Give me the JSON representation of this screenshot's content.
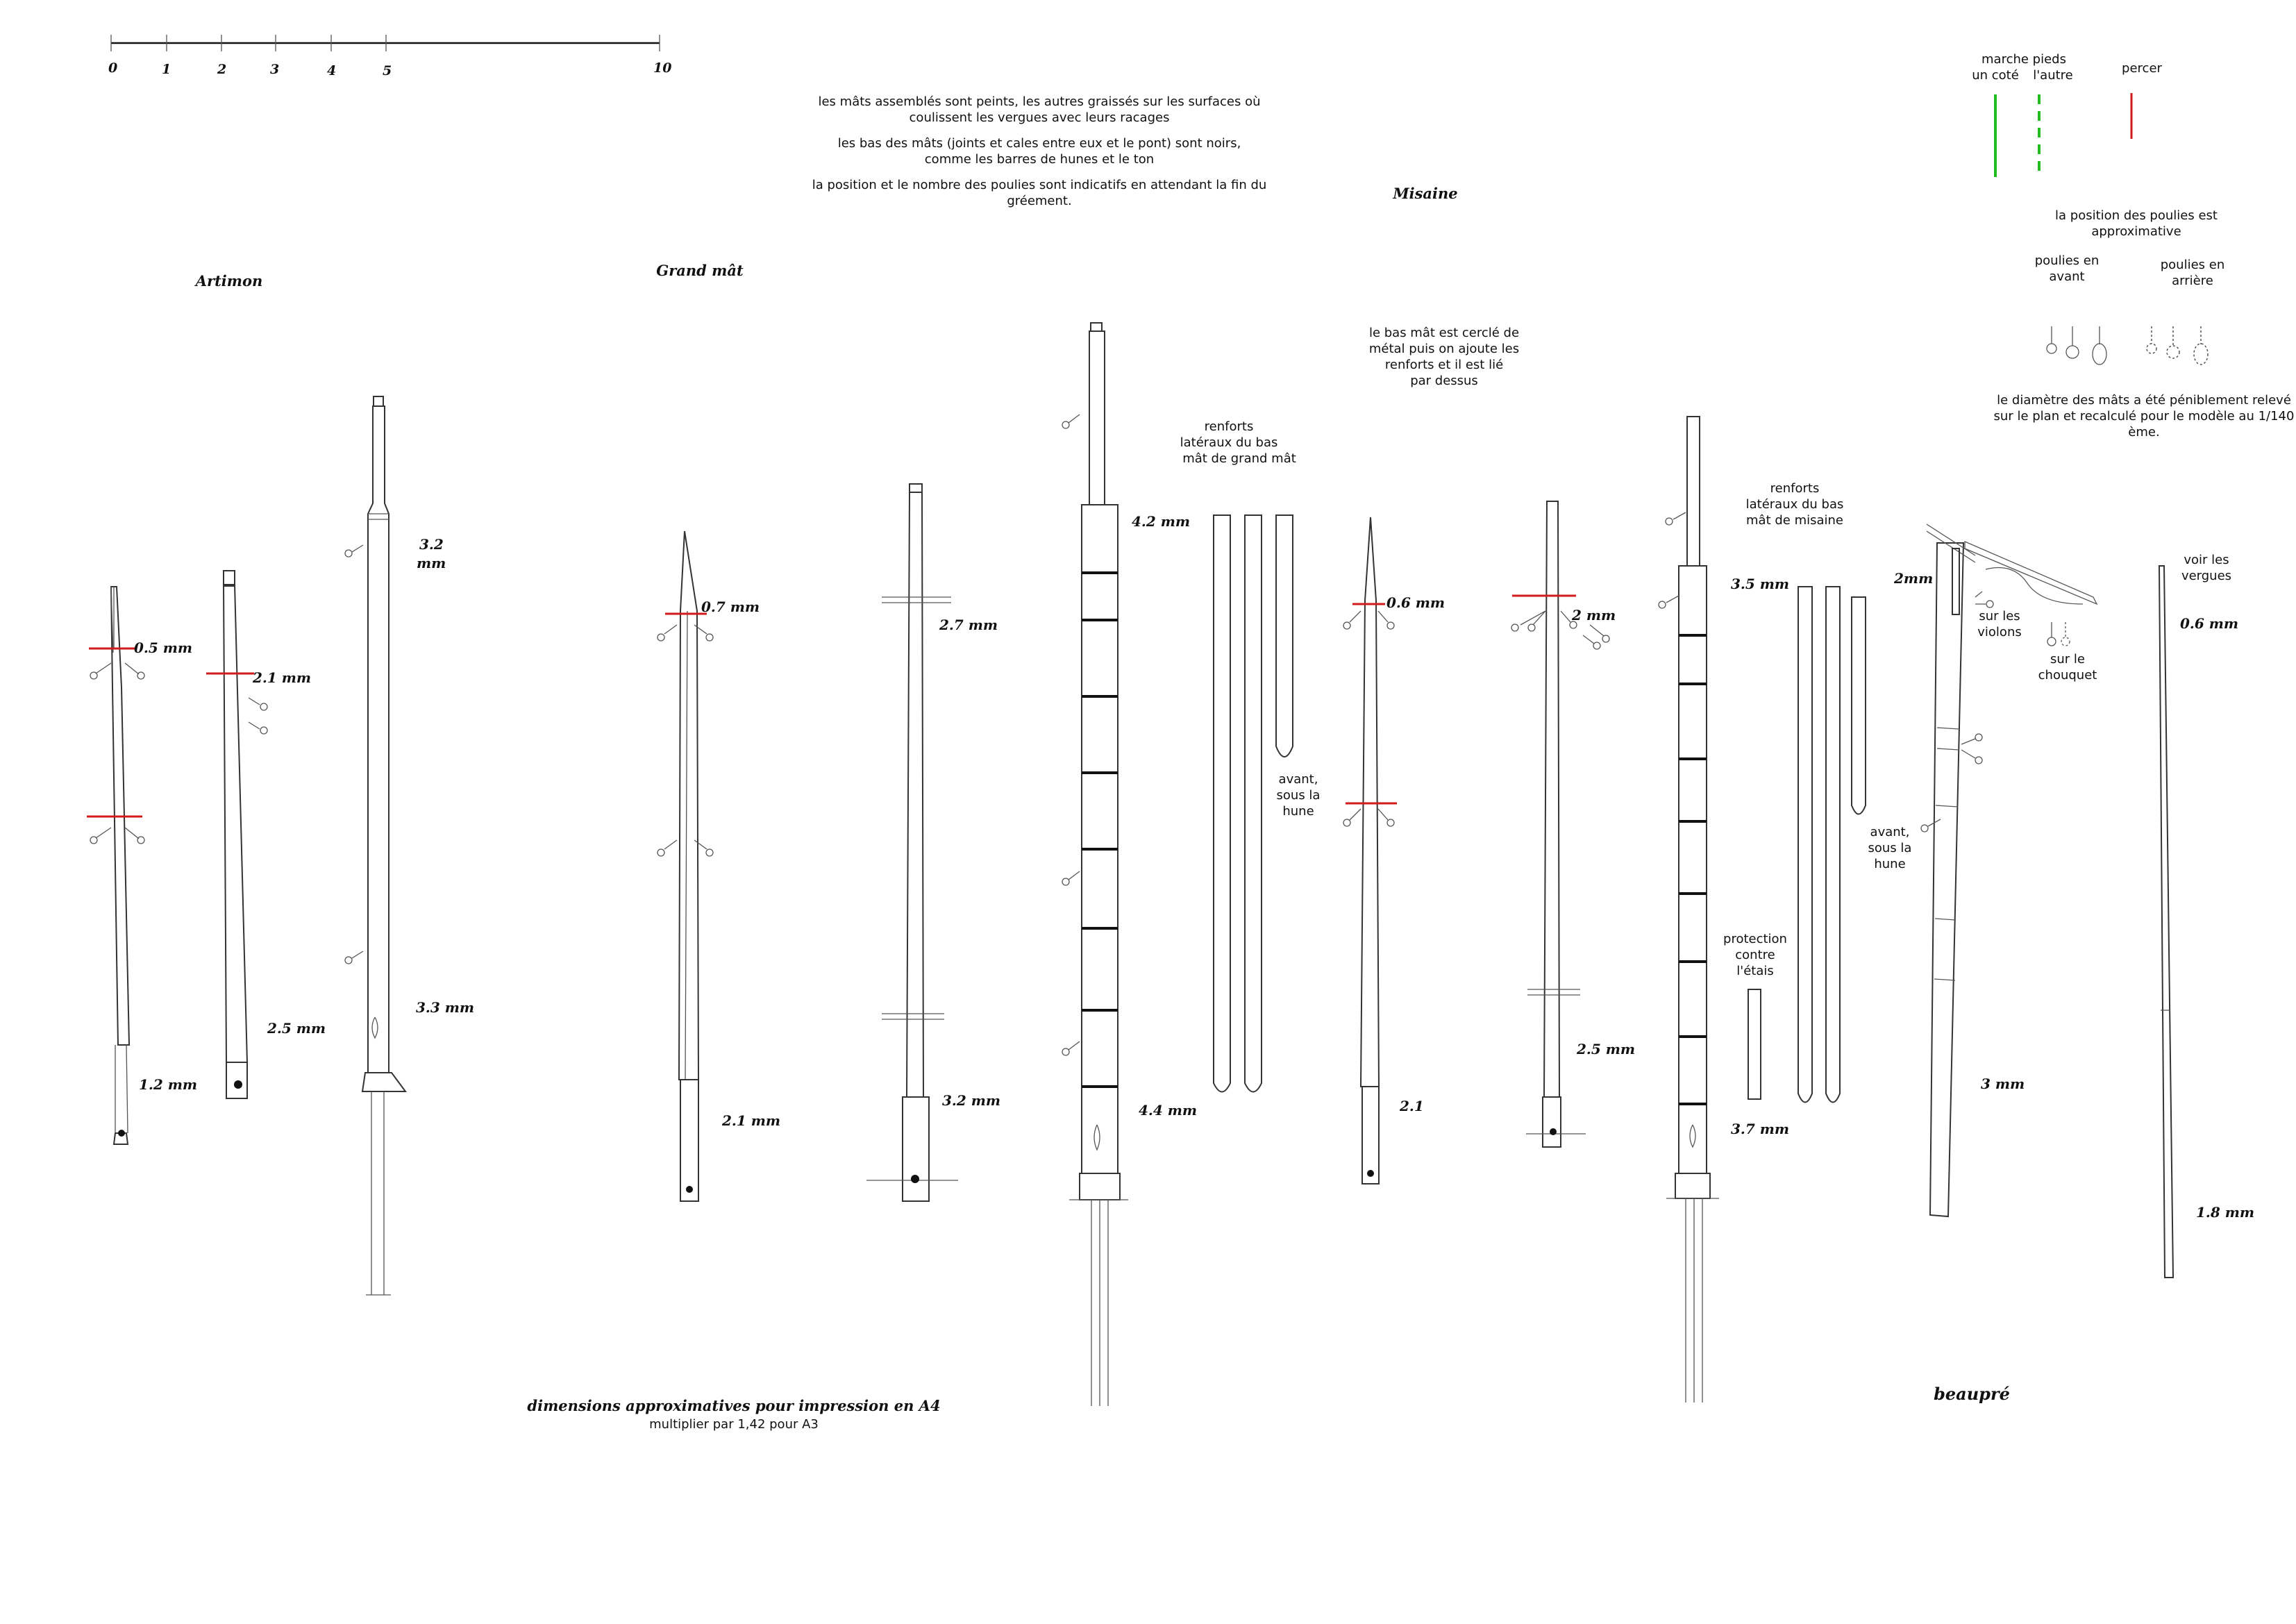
{
  "colors": {
    "red_mark": "#d11a1a",
    "green_mark": "#22bb22",
    "ink": "#111111"
  },
  "scale": {
    "labels": [
      "0",
      "1",
      "2",
      "3",
      "4",
      "5",
      "10"
    ]
  },
  "notes": {
    "painted_1": "les mâts assemblés sont peints, les autres graissés sur les surfaces où",
    "painted_2": "coulissent les vergues avec leurs racages",
    "black_1": "les bas des mâts (joints et cales entre eux et le pont) sont noirs,",
    "black_2": "comme les barres de hunes et le ton",
    "pulleys_1": "la position et le nombre des poulies sont indicatifs en attendant la fin du",
    "pulleys_2": "gréement.",
    "bas_mat_1": "le bas mât est cerclé de",
    "bas_mat_2": "métal puis on ajoute les",
    "bas_mat_3": "renforts et il est lié",
    "bas_mat_4": "par dessus",
    "print_1": "dimensions approximatives pour impression en A4",
    "print_2": "multiplier par 1,42 pour A3"
  },
  "titles": {
    "artimon": "Artimon",
    "grand_mat": "Grand mât",
    "misaine": "Misaine",
    "beaupre": "beaupré"
  },
  "legend": {
    "marche_pieds": "marche pieds",
    "un_cote": "un coté",
    "l_autre": "l'autre",
    "percer": "percer",
    "position_1": "la position des poulies est",
    "position_2": "approximative",
    "avant_1": "poulies en",
    "avant_2": "avant",
    "arriere_1": "poulies en",
    "arriere_2": "arrière",
    "diam_1": "le diamètre des mâts a été péniblement relevé",
    "diam_2": "sur le plan et recalculé pour le modèle au 1/140",
    "diam_3": "ème."
  },
  "labels": {
    "renforts_grand_1": "renforts",
    "renforts_grand_2": "latéraux du bas",
    "renforts_grand_3": "mât de  grand mât",
    "renforts_mis_1": "renforts",
    "renforts_mis_2": "latéraux du bas",
    "renforts_mis_3": "mât de   misaine",
    "avant_hune_1": "avant,",
    "avant_hune_2": "sous la",
    "avant_hune_3": "hune",
    "protection_1": "protection",
    "protection_2": "contre",
    "protection_3": "l'étais",
    "violons_1": "sur les",
    "violons_2": "violons",
    "chouquet_1": "sur le",
    "chouquet_2": "chouquet",
    "vergues_1": "voir les",
    "vergues_2": "vergues"
  },
  "dimensions": {
    "a1_top": "0.5 mm",
    "a1_bot": "1.2 mm",
    "a2_top": "2.1 mm",
    "a2_bot": "2.5 mm",
    "a3_top_1": "3.2",
    "a3_top_2": "mm",
    "a3_bot": "3.3 mm",
    "g1_top": "0.7 mm",
    "g1_bot": "2.1 mm",
    "g2_top": "2.7 mm",
    "g2_bot": "3.2 mm",
    "g3_top": "4.2 mm",
    "g3_bot": "4.4 mm",
    "m1_top": "0.6 mm",
    "m1_bot": "2.1",
    "m2_top": "2 mm",
    "m2_bot": "2.5 mm",
    "m3_top": "3.5 mm",
    "m3_bot": "3.7 mm",
    "b_top": "2mm",
    "b_bot": "3 mm",
    "v_top": "0.6 mm",
    "v_bot": "1.8 mm"
  }
}
